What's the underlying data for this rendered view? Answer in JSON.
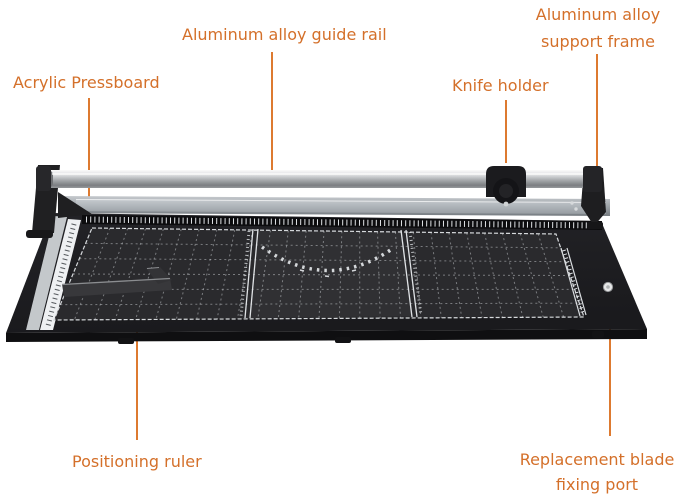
{
  "colors": {
    "annotation_orange": "#d4702a",
    "leader_line_orange": "#dd7a30",
    "background": "#ffffff",
    "board_black": "#1d1d20",
    "mat_charcoal": "#2a2a2d",
    "rail_silver": "#c6c9cc",
    "grid_line": "#c9cdd2"
  },
  "annotations": {
    "guide_rail": {
      "label": "Aluminum alloy guide rail"
    },
    "support_frame": {
      "label_line1": "Aluminum alloy",
      "label_line2": "support frame"
    },
    "acrylic_pressboard": {
      "label": "Acrylic Pressboard"
    },
    "knife_holder": {
      "label": "Knife holder"
    },
    "positioning_ruler": {
      "label": "Positioning ruler"
    },
    "replacement_blade_fixing_port": {
      "label_line1": "Replacement blade",
      "label_line2": "fixing port"
    }
  }
}
